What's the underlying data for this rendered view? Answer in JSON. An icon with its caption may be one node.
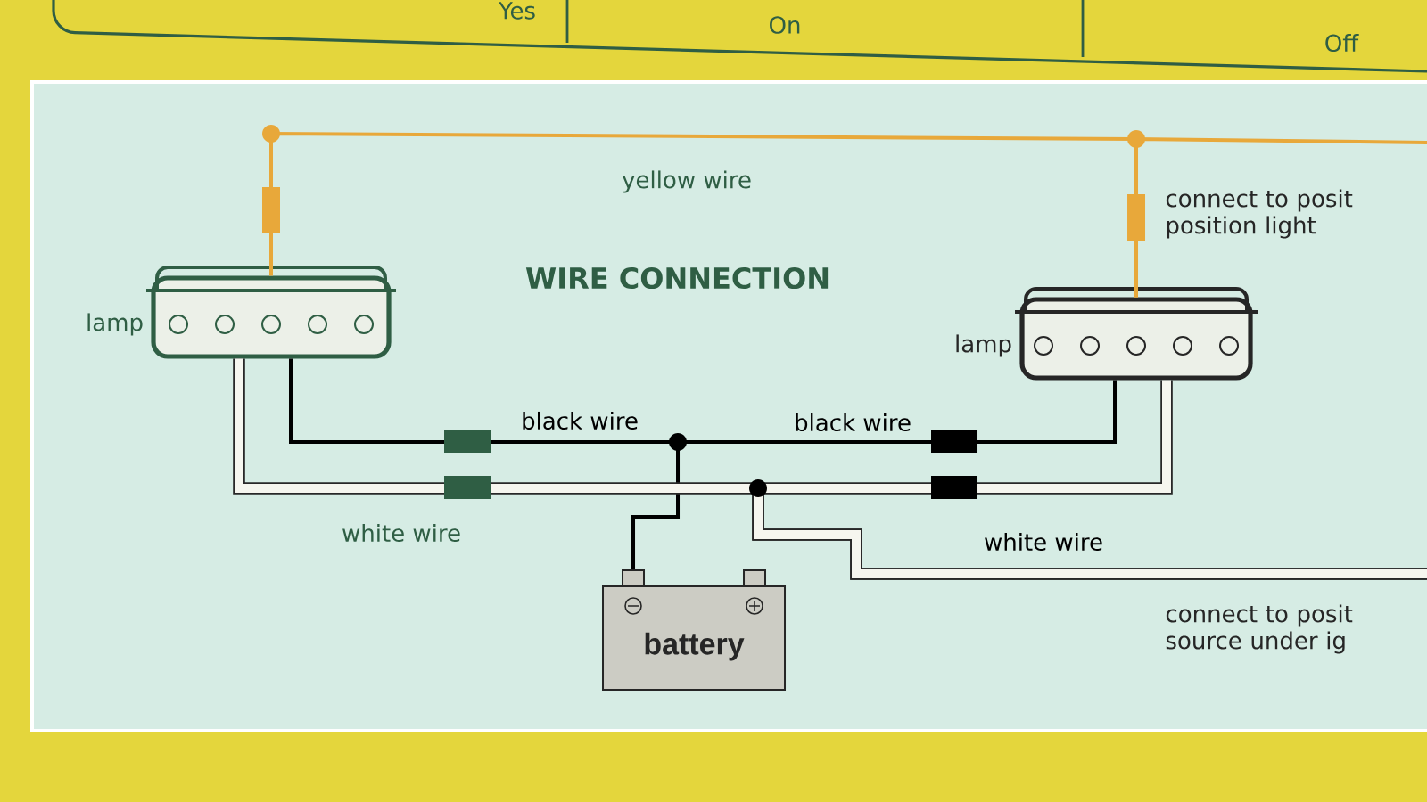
{
  "diagram": {
    "title": "WIRE CONNECTION",
    "nodes": [
      {
        "text": [
          "lamp"
        ]
      },
      {
        "text": [
          "lamp"
        ]
      },
      {
        "text": [
          "battery"
        ]
      }
    ],
    "edges": [
      {
        "from": 0,
        "to": 1,
        "arrow": "none",
        "label": "yellow wire",
        "color": "#e8a83a"
      },
      {
        "from": 1,
        "to": null,
        "arrow": "none",
        "color": "#e8a83a"
      },
      {
        "from": 0,
        "to": 2,
        "arrow": "none",
        "label": "black wire",
        "color": "#000000"
      },
      {
        "from": 1,
        "to": 2,
        "arrow": "none",
        "label": "black wire",
        "color": "#000000"
      },
      {
        "from": 0,
        "to": null,
        "arrow": "none",
        "label": "white wire",
        "color": "#282828",
        "style": "thick"
      },
      {
        "from": 1,
        "to": null,
        "arrow": "none",
        "label": "white wire",
        "color": "#282828",
        "style": "thick"
      }
    ],
    "labels": [
      "Yes",
      "On",
      "Off",
      "connect to posit position light",
      "connect to posit source under ig"
    ]
  }
}
